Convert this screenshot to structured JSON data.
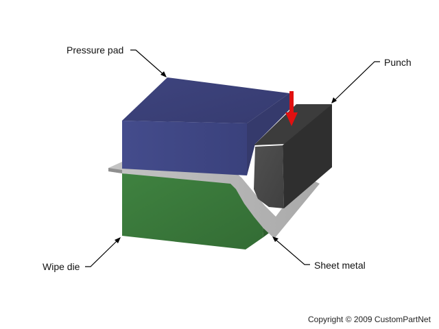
{
  "labels": {
    "pressure_pad": "Pressure pad",
    "punch": "Punch",
    "wipe_die": "Wipe die",
    "sheet_metal": "Sheet metal"
  },
  "copyright": "Copyright © 2009 CustomPartNet",
  "colors": {
    "pressure_pad_front": "#3f4683",
    "pressure_pad_top": "#3a3f78",
    "punch_front": "#4a4a4a",
    "punch_side": "#2f2f2f",
    "wipe_die_front": "#3a7a3a",
    "wipe_die_side": "#2d5f2d",
    "sheet_metal": "#b9b9b9",
    "force_arrow": "#e01010"
  }
}
